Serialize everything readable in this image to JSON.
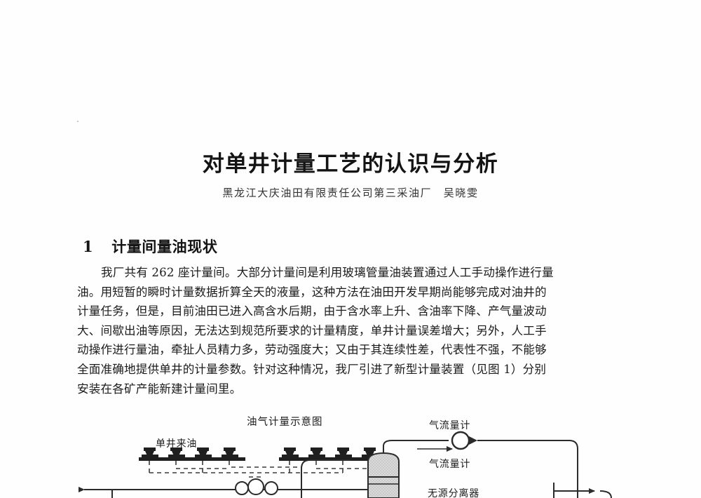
{
  "document": {
    "title": "对单井计量工艺的认识与分析",
    "author_line": "黑龙江大庆油田有限责任公司第三采油厂　吴晓雯",
    "section": {
      "number": "1",
      "heading": "计量间量油现状"
    },
    "paragraph_lines": [
      "我厂共有 262 座计量间。大部分计量间是利用玻璃管量油装置通过人工手动操作进行量",
      "油。用短暂的瞬时计量数据折算全天的液量，这种方法在油田开发早期尚能够完成对油井的",
      "计量任务，但是，目前油田已进入高含水后期，由于含水率上升、含油率下降、产气量波动",
      "大、间歇出油等原因，无法达到规范所要求的计量精度，单井计量误差增大；另外，人工手",
      "动操作进行量油，牵扯人员精力多，劳动强度大；又由于其连续性差，代表性不强，不能够",
      "全面准确地提供单井的计量参数。针对这种情况，我厂引进了新型计量装置（见图 1）分别",
      "安装在各矿产能新建计量间里。"
    ]
  },
  "figure": {
    "caption": "油气计量示意图",
    "labels": {
      "gas_flow_meter_top": "气流量计",
      "gas_flow_meter_mid": "气流量计",
      "single_well_oil_inlet": "单井来油",
      "passive_separator": "无源分离器"
    },
    "colors": {
      "line": "#2b2b2b",
      "dashed": "#3a3a3a",
      "vessel_fill": "#d9d9d9"
    }
  }
}
